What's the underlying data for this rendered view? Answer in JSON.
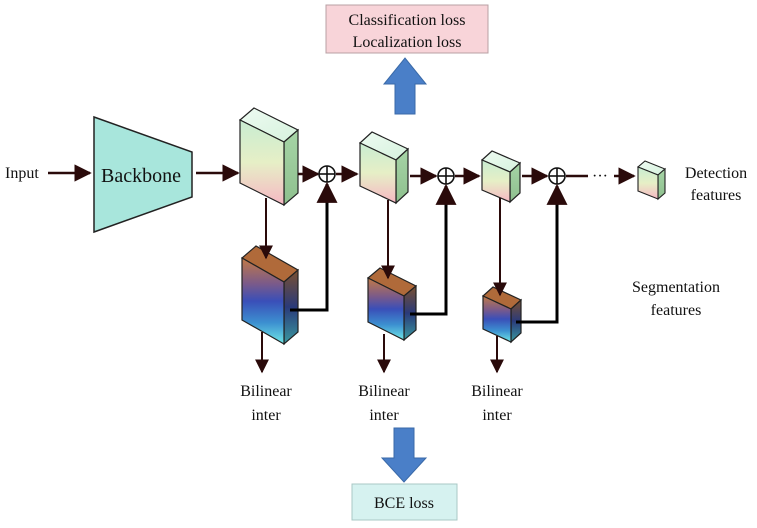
{
  "input_label": "Input",
  "backbone_label": "Backbone",
  "cls_loss_line1": "Classification loss",
  "cls_loss_line2": "Localization loss",
  "detection_line1": "Detection",
  "detection_line2": "features",
  "segmentation_line1": "Segmentation",
  "segmentation_line2": "features",
  "bilinear": [
    {
      "line1": "Bilinear",
      "line2": "inter"
    },
    {
      "line1": "Bilinear",
      "line2": "inter"
    },
    {
      "line1": "Bilinear",
      "line2": "inter"
    }
  ],
  "bce_loss_label": "BCE loss",
  "colors": {
    "backbone_fill": "#a8e6dc",
    "cls_box_fill": "#f8d4d9",
    "bce_box_fill": "#d6f2f0",
    "big_arrow_fill": "#4a7fc8",
    "connector": "#2a0a0a"
  }
}
